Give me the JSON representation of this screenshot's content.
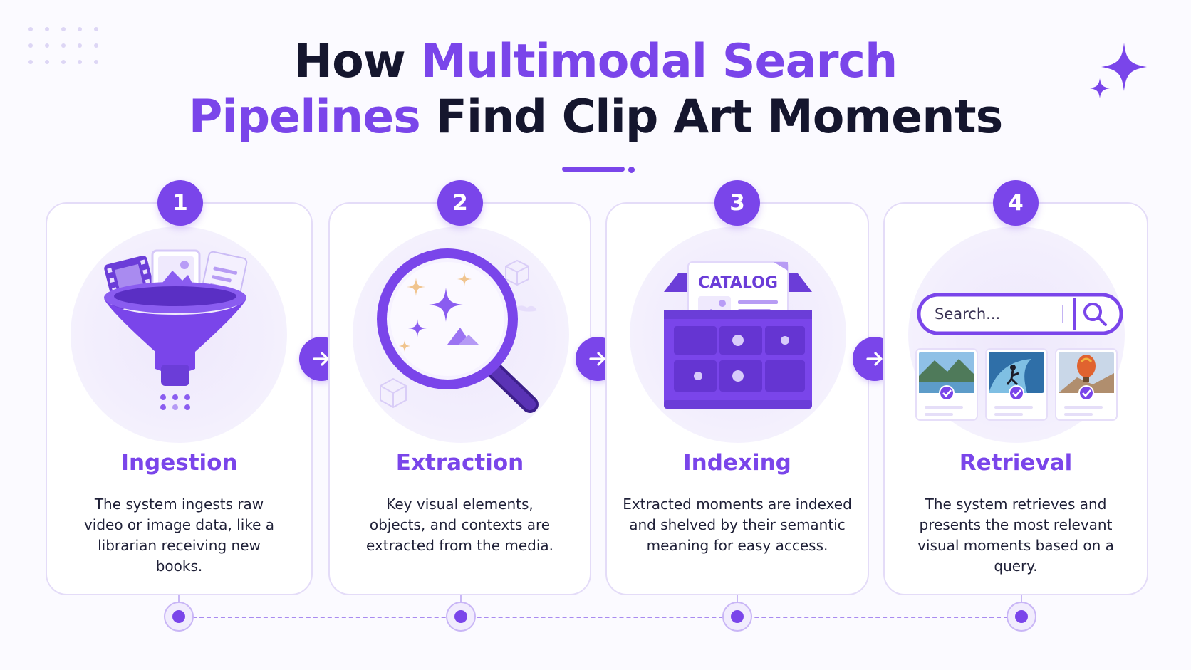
{
  "title": {
    "line1_dark": "How",
    "line1_highlight": "Multimodal Search",
    "line2_highlight": "Pipelines",
    "line2_dark": "Find Clip Art Moments"
  },
  "steps": [
    {
      "number": "1",
      "title": "Ingestion",
      "description": "The system ingests raw video or image data, like a librarian receiving new books.",
      "icon": "funnel-icon"
    },
    {
      "number": "2",
      "title": "Extraction",
      "description": "Key visual elements, objects, and contexts are extracted from the media.",
      "icon": "magnifier-icon"
    },
    {
      "number": "3",
      "title": "Indexing",
      "description": "Extracted moments are indexed and shelved by their semantic meaning for easy access.",
      "icon": "catalog-drawer-icon",
      "catalog_label": "CATALOG"
    },
    {
      "number": "4",
      "title": "Retrieval",
      "description": "The system retrieves and presents the most relevant visual moments based on a query.",
      "icon": "search-results-icon",
      "search_placeholder": "Search..."
    }
  ],
  "colors": {
    "accent": "#7a45ea",
    "dark_text": "#15162e",
    "card_border": "#e4dcf8",
    "background": "#fbfaff"
  }
}
